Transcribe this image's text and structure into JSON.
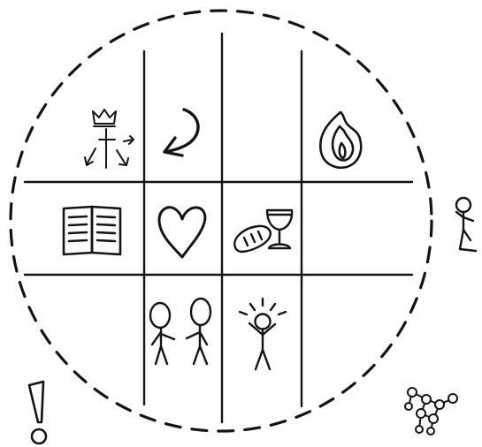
{
  "diagram": {
    "boundary": {
      "style": "dashed-circle",
      "color": "#1a1a1a"
    },
    "grid": {
      "rows": 3,
      "columns": 4,
      "color": "#141414"
    },
    "cells": [
      {
        "row": 1,
        "col": 1,
        "icon": "crown-cross-arrows-icon"
      },
      {
        "row": 1,
        "col": 2,
        "icon": "curved-arrow-icon"
      },
      {
        "row": 1,
        "col": 3,
        "icon": ""
      },
      {
        "row": 1,
        "col": 4,
        "icon": "flame-icon"
      },
      {
        "row": 2,
        "col": 1,
        "icon": "open-book-icon"
      },
      {
        "row": 2,
        "col": 2,
        "icon": "heart-icon"
      },
      {
        "row": 2,
        "col": 3,
        "icon": "bread-and-cup-icon"
      },
      {
        "row": 2,
        "col": 4,
        "icon": ""
      },
      {
        "row": 3,
        "col": 1,
        "icon": ""
      },
      {
        "row": 3,
        "col": 2,
        "icon": "two-people-icon"
      },
      {
        "row": 3,
        "col": 3,
        "icon": "joyful-person-icon"
      },
      {
        "row": 3,
        "col": 4,
        "icon": ""
      }
    ],
    "outside_icons": [
      "kneeling-person-icon",
      "exclamation-icon",
      "cluster-network-icon"
    ]
  }
}
